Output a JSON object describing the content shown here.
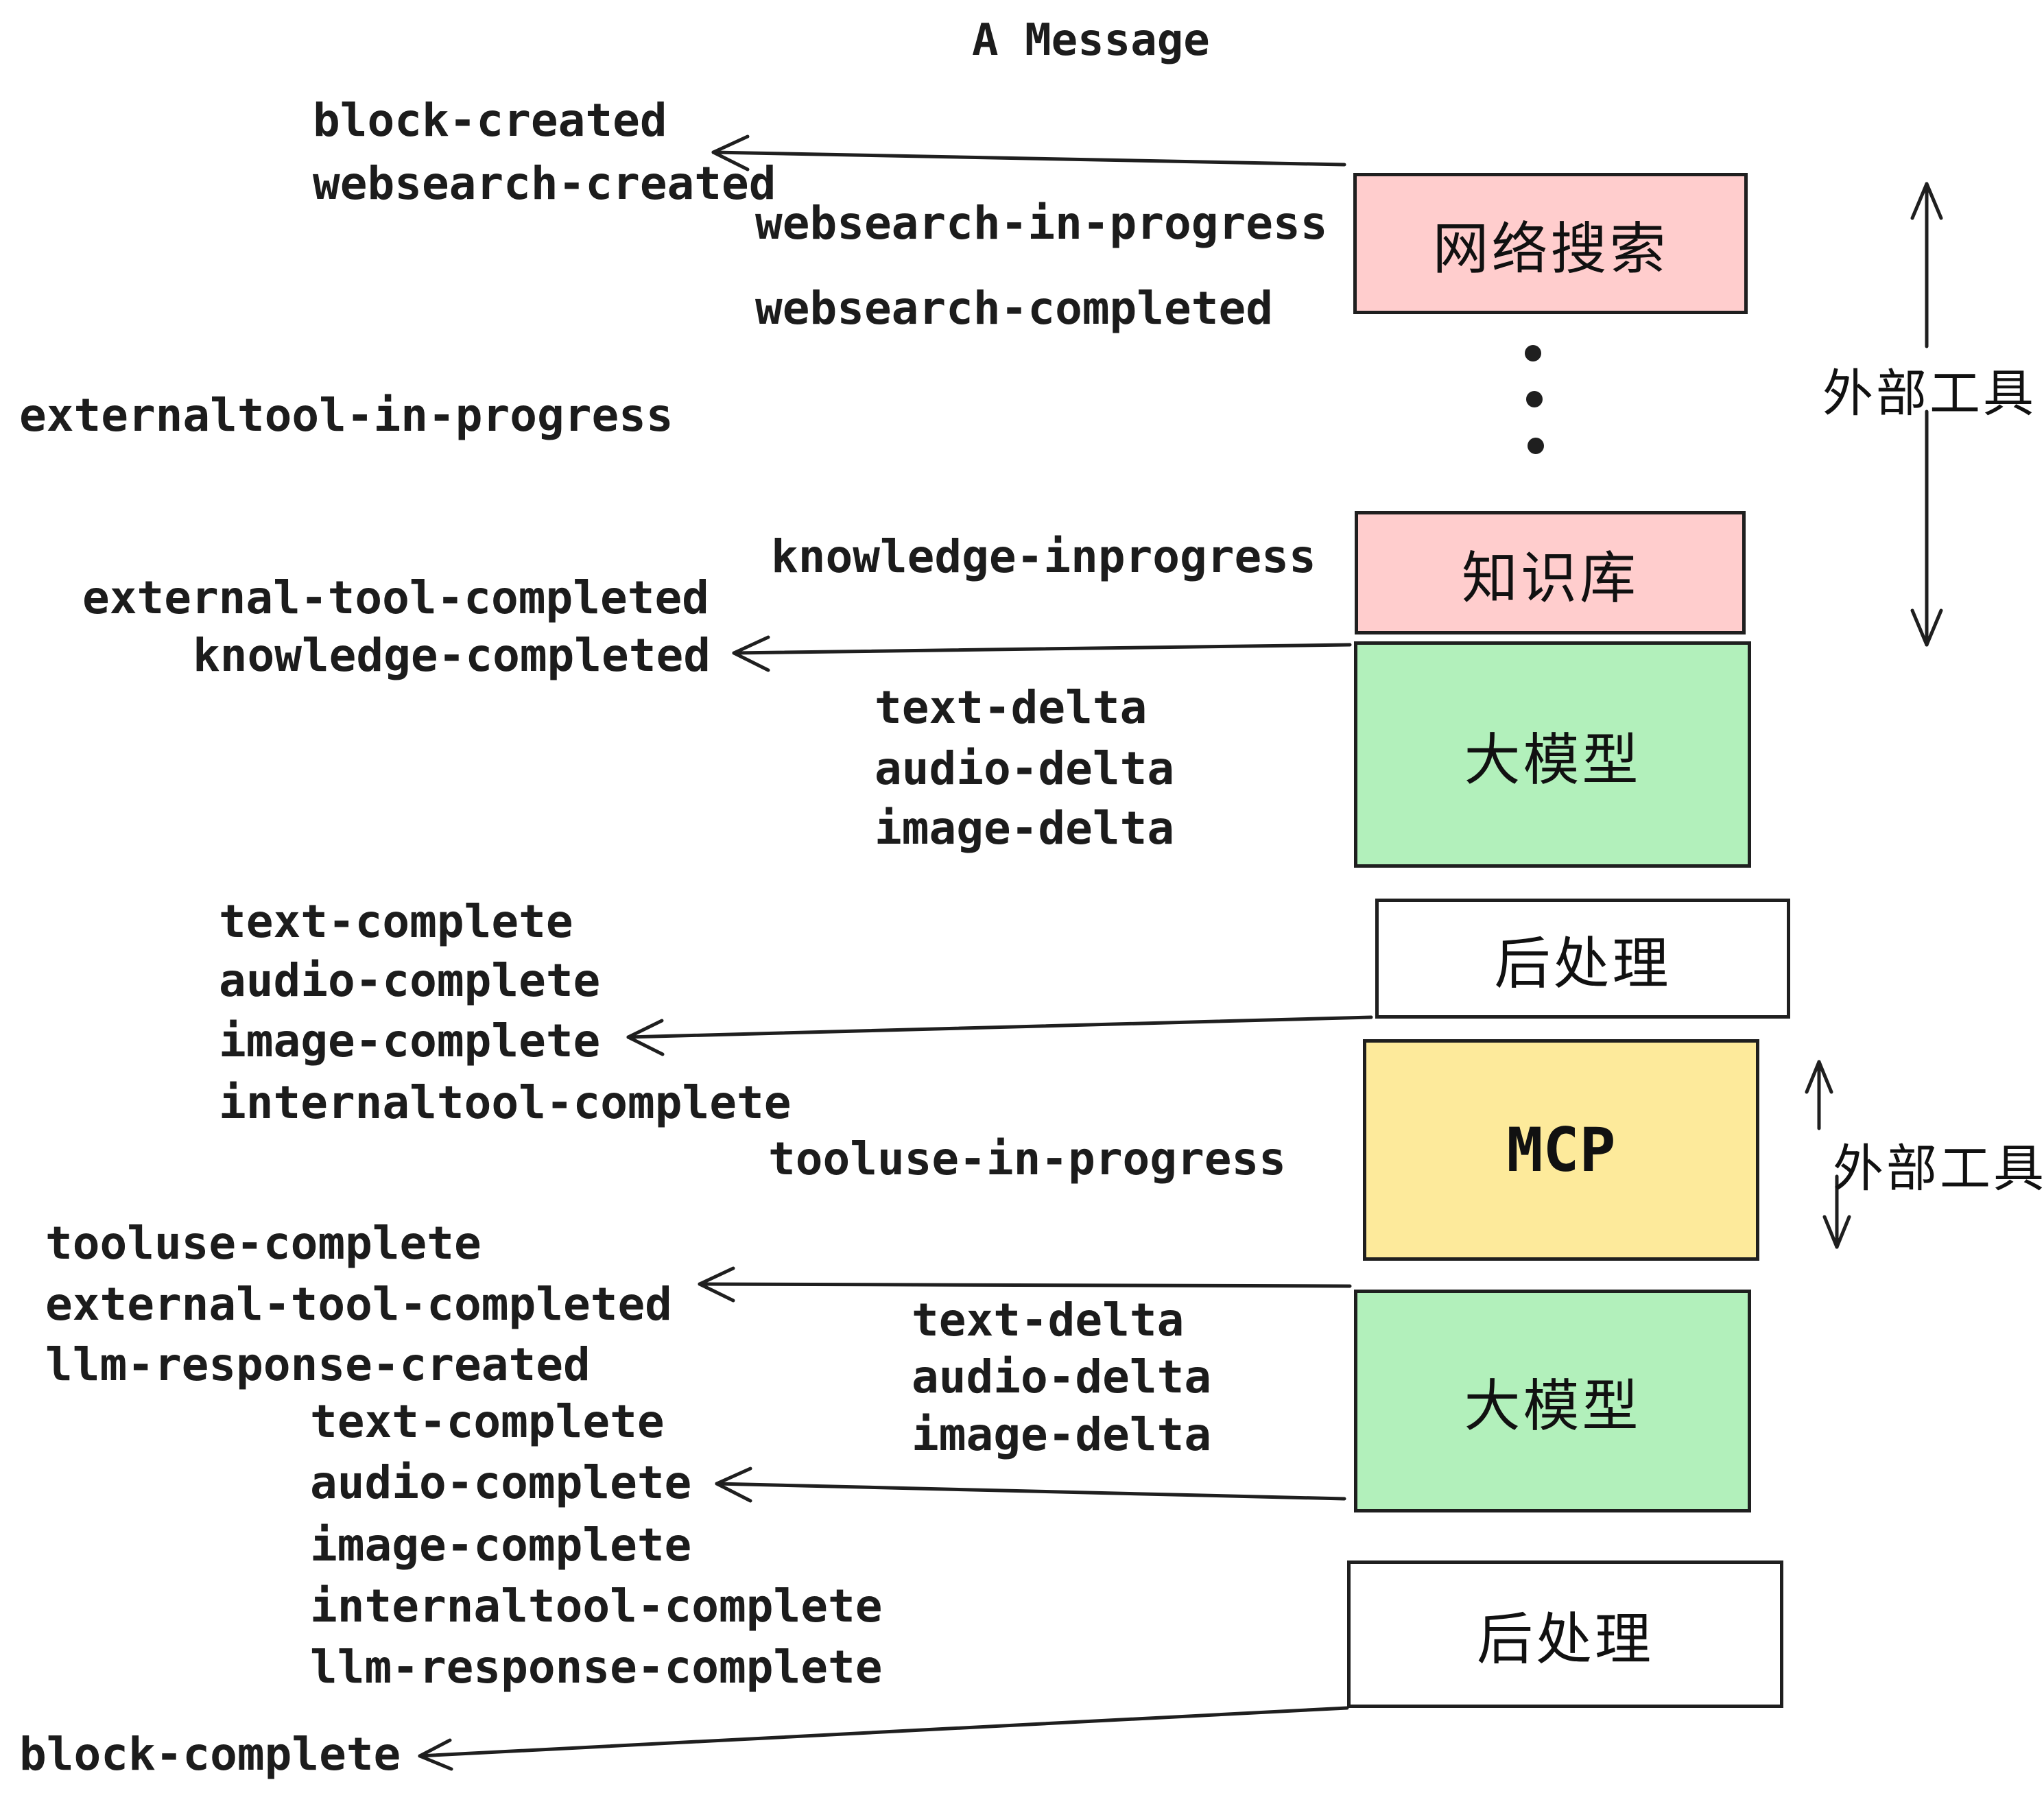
{
  "title": "A Message",
  "colors": {
    "box_pink": "#ffcdcd",
    "box_green": "#b2f0bb",
    "box_yellow": "#fdea9b",
    "box_white": "#ffffff",
    "ink": "#1f1f1f"
  },
  "boxes": [
    {
      "id": "websearch",
      "label": "网络搜索"
    },
    {
      "id": "knowledge",
      "label": "知识库"
    },
    {
      "id": "llm1",
      "label": "大模型"
    },
    {
      "id": "post1",
      "label": "后处理"
    },
    {
      "id": "mcp",
      "label": "MCP"
    },
    {
      "id": "llm2",
      "label": "大模型"
    },
    {
      "id": "post2",
      "label": "后处理"
    }
  ],
  "side_labels": [
    {
      "text": "外部工具"
    },
    {
      "text": "外部工具"
    }
  ],
  "events": [
    {
      "text": "block-created"
    },
    {
      "text": "websearch-created"
    },
    {
      "text": "websearch-in-progress"
    },
    {
      "text": "websearch-completed"
    },
    {
      "text": "externaltool-in-progress"
    },
    {
      "text": "knowledge-inprogress"
    },
    {
      "text": "external-tool-completed"
    },
    {
      "text": "knowledge-completed"
    },
    {
      "text": "text-delta"
    },
    {
      "text": "audio-delta"
    },
    {
      "text": "image-delta"
    },
    {
      "text": "text-complete"
    },
    {
      "text": "audio-complete"
    },
    {
      "text": "image-complete"
    },
    {
      "text": "internaltool-complete"
    },
    {
      "text": "tooluse-in-progress"
    },
    {
      "text": "tooluse-complete"
    },
    {
      "text": "external-tool-completed"
    },
    {
      "text": "llm-response-created"
    },
    {
      "text": "text-delta"
    },
    {
      "text": "audio-delta"
    },
    {
      "text": "image-delta"
    },
    {
      "text": "text-complete"
    },
    {
      "text": "audio-complete"
    },
    {
      "text": "image-complete"
    },
    {
      "text": "internaltool-complete"
    },
    {
      "text": "llm-response-complete"
    },
    {
      "text": "block-complete"
    }
  ]
}
